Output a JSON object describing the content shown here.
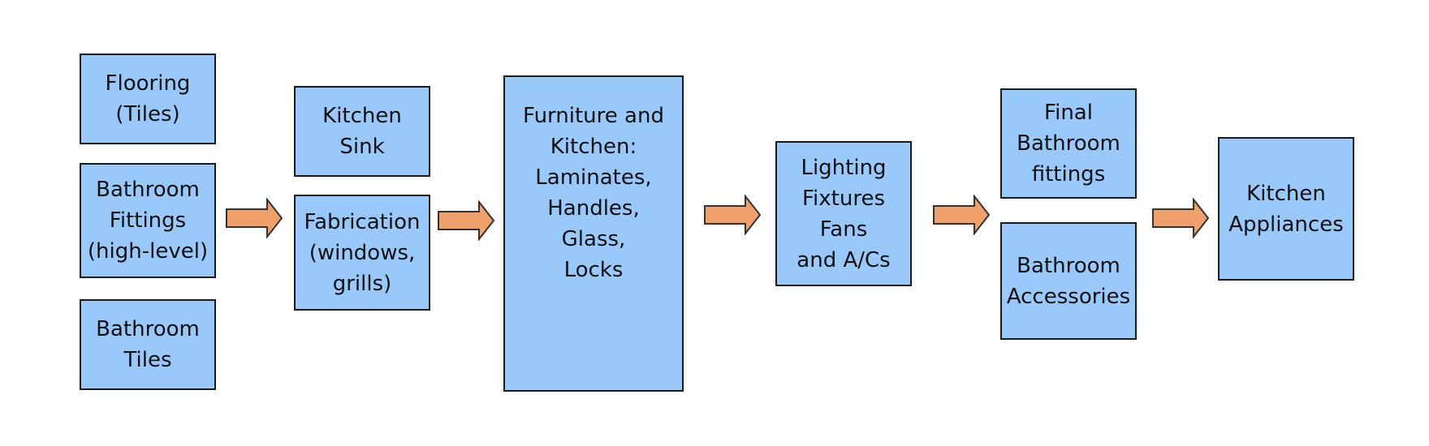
{
  "colors": {
    "box_fill": "#99c9fb",
    "box_border": "#1a1a1a",
    "arrow_fill": "#f0a06a",
    "arrow_stroke": "#333333",
    "text": "#111111"
  },
  "stages": [
    {
      "boxes": [
        {
          "label": "Flooring\n(Tiles)"
        },
        {
          "label": "Bathroom\nFittings\n(high-level)"
        },
        {
          "label": "Bathroom\nTiles"
        }
      ]
    },
    {
      "boxes": [
        {
          "label": "Kitchen\nSink"
        },
        {
          "label": "Fabrication\n(windows,\ngrills)"
        }
      ]
    },
    {
      "boxes": [
        {
          "label": "Furniture and\nKitchen:\nLaminates,\nHandles,\nGlass,\nLocks"
        }
      ]
    },
    {
      "boxes": [
        {
          "label": "Lighting\nFixtures\nFans\nand A/Cs"
        }
      ]
    },
    {
      "boxes": [
        {
          "label": "Final\nBathroom\nfittings"
        },
        {
          "label": "Bathroom\nAccessories"
        }
      ]
    },
    {
      "boxes": [
        {
          "label": "Kitchen\nAppliances"
        }
      ]
    }
  ],
  "arrows": [
    {
      "from": "stage-1",
      "to": "stage-2"
    },
    {
      "from": "stage-2",
      "to": "stage-3"
    },
    {
      "from": "stage-3",
      "to": "stage-4"
    },
    {
      "from": "stage-4",
      "to": "stage-5"
    },
    {
      "from": "stage-5",
      "to": "stage-6"
    }
  ]
}
